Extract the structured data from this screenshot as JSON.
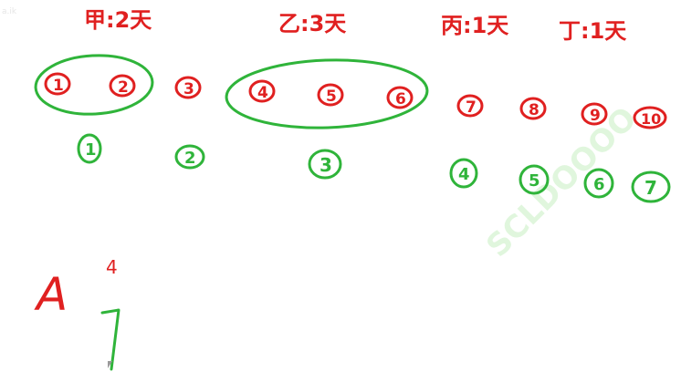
{
  "corner_text": "a.ik",
  "watermark": "SCLDOOOO",
  "headings": [
    {
      "text": "甲:2天"
    },
    {
      "text": "乙:3天"
    },
    {
      "text": "丙:1天"
    },
    {
      "text": "丁:1天"
    }
  ],
  "red_numbers": [
    "1",
    "2",
    "3",
    "4",
    "5",
    "6",
    "7",
    "8",
    "9",
    "10"
  ],
  "green_numbers": [
    "1",
    "2",
    "3",
    "4",
    "5",
    "6",
    "7"
  ],
  "formula": {
    "base": "A",
    "superscript": "4"
  },
  "colors": {
    "red": "#e02020",
    "green": "#2fb43a"
  }
}
